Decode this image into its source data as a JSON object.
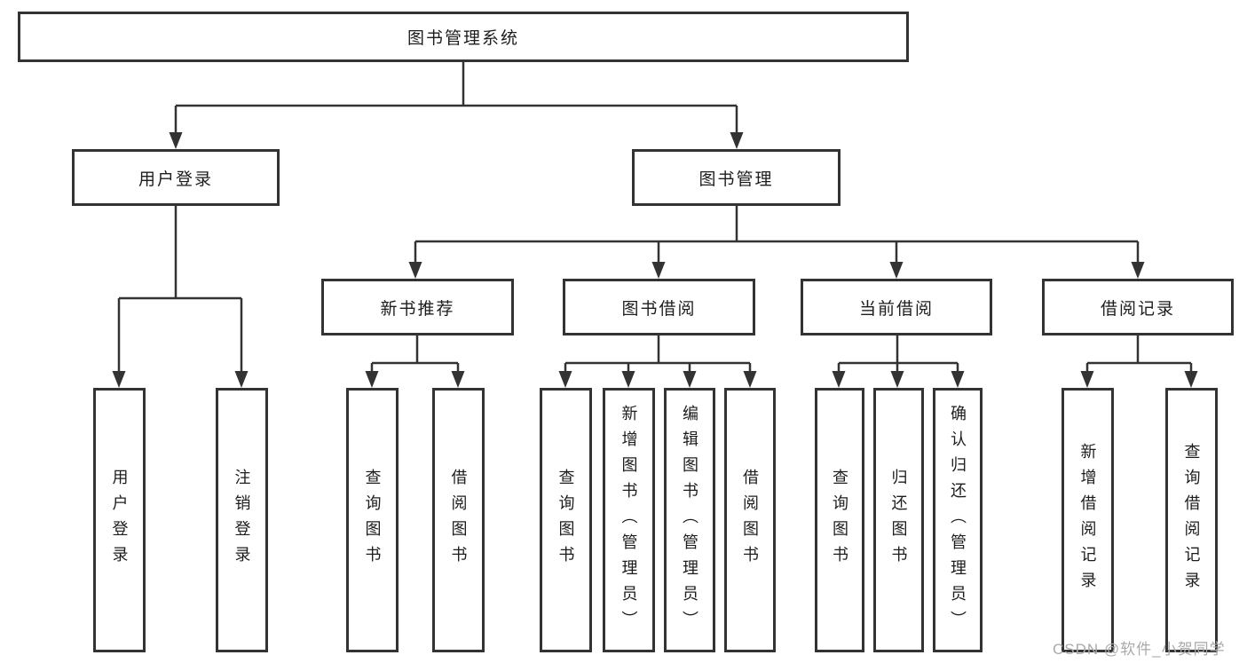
{
  "colors": {
    "line": "#333333",
    "text": "#1d1d1d",
    "watermark": "#a9a9a9",
    "background": "#ffffff"
  },
  "watermark": {
    "text": "CSDN @软件_小贺同学"
  },
  "tree": {
    "root": {
      "label": "图书管理系统",
      "children": [
        {
          "label": "用户登录",
          "children": [
            {
              "label": "用户登录"
            },
            {
              "label": "注销登录"
            }
          ]
        },
        {
          "label": "图书管理",
          "children": [
            {
              "label": "新书推荐",
              "children": [
                {
                  "label": "查询图书"
                },
                {
                  "label": "借阅图书"
                }
              ]
            },
            {
              "label": "图书借阅",
              "children": [
                {
                  "label": "查询图书"
                },
                {
                  "label": "新增图书（管理员）"
                },
                {
                  "label": "编辑图书（管理员）"
                },
                {
                  "label": "借阅图书"
                }
              ]
            },
            {
              "label": "当前借阅",
              "children": [
                {
                  "label": "查询图书"
                },
                {
                  "label": "归还图书"
                },
                {
                  "label": "确认归还（管理员）"
                }
              ]
            },
            {
              "label": "借阅记录",
              "children": [
                {
                  "label": "新增借阅记录"
                },
                {
                  "label": "查询借阅记录"
                }
              ]
            }
          ]
        }
      ]
    }
  }
}
